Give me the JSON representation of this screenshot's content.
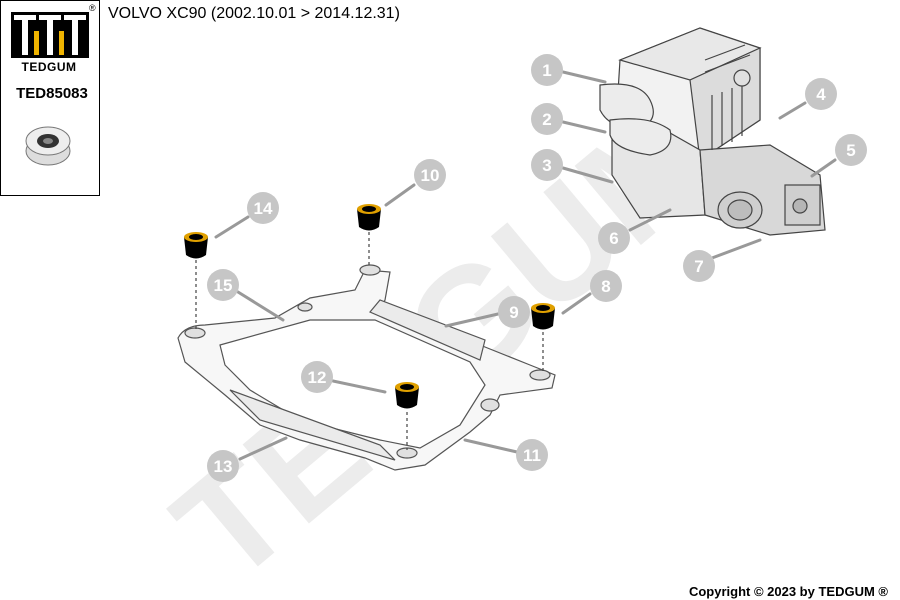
{
  "logo": {
    "brand": "TEDGUM",
    "registered_mark": "®"
  },
  "part_number": "TED85083",
  "title": "VOLVO XC90  (2002.10.01 > 2014.12.31)",
  "copyright": "Copyright © 2023 by TEDGUM ®",
  "watermark": "TEDGUM",
  "colors": {
    "callout": "#c6c6c6",
    "part": "#000000",
    "line": "#333333"
  },
  "callouts": [
    {
      "id": "1",
      "label": "1"
    },
    {
      "id": "2",
      "label": "2"
    },
    {
      "id": "3",
      "label": "3"
    },
    {
      "id": "4",
      "label": "4"
    },
    {
      "id": "5",
      "label": "5"
    },
    {
      "id": "6",
      "label": "6"
    },
    {
      "id": "7",
      "label": "7"
    },
    {
      "id": "8",
      "label": "8"
    },
    {
      "id": "9",
      "label": "9"
    },
    {
      "id": "10",
      "label": "10"
    },
    {
      "id": "11",
      "label": "11"
    },
    {
      "id": "12",
      "label": "12"
    },
    {
      "id": "13",
      "label": "13"
    },
    {
      "id": "14",
      "label": "14"
    },
    {
      "id": "15",
      "label": "15"
    }
  ]
}
